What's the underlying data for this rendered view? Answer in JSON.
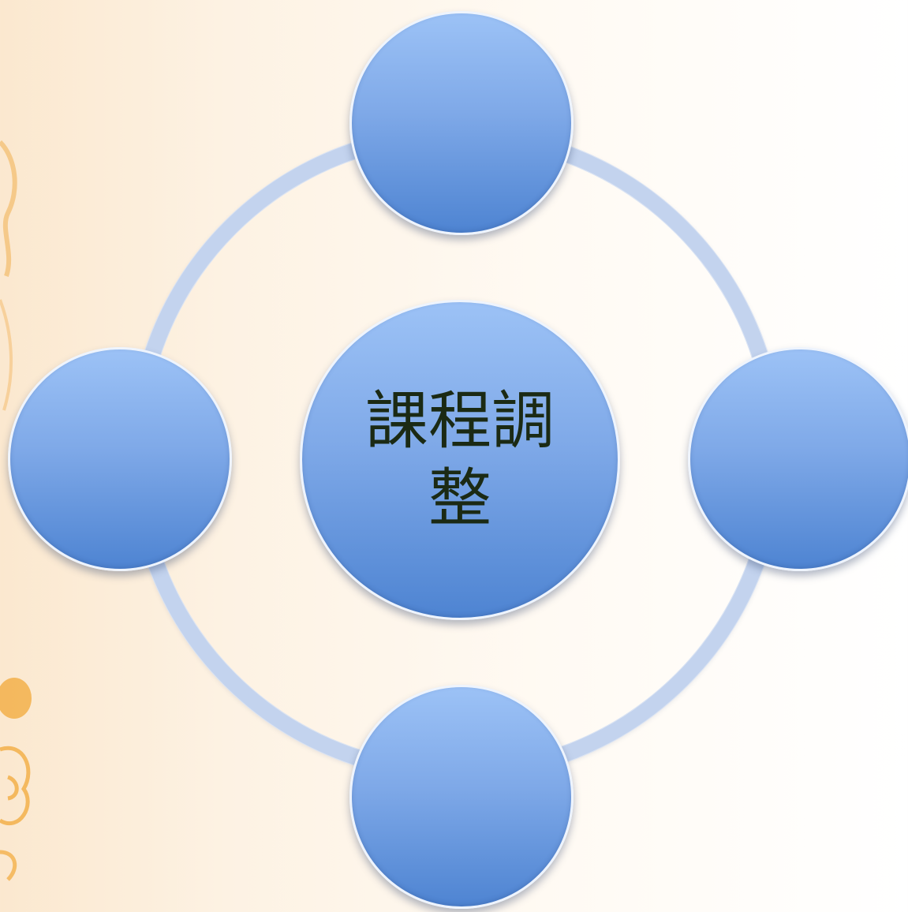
{
  "diagram": {
    "type": "cycle",
    "center": {
      "label": "課程調整"
    },
    "outer_nodes": [
      {
        "position": "top",
        "label": ""
      },
      {
        "position": "right",
        "label": ""
      },
      {
        "position": "bottom",
        "label": ""
      },
      {
        "position": "left",
        "label": ""
      }
    ]
  },
  "colors": {
    "node_top": "#9cc2f6",
    "node_bottom": "#4e84d2",
    "ring": "#c3d3ee",
    "text": "#1b2a14",
    "background_warm": "#fbe8cf"
  }
}
